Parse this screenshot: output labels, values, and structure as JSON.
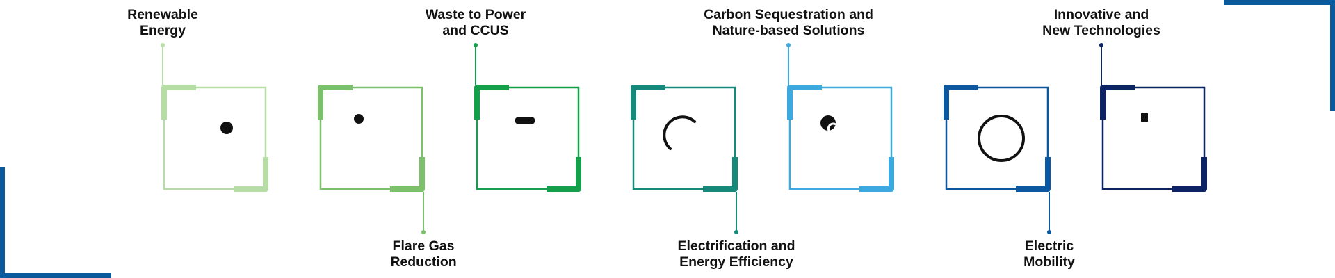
{
  "colors": {
    "corner_accent": "#0a5a9c",
    "tiles": [
      "#b7dda6",
      "#7dc06c",
      "#14a04b",
      "#15897a",
      "#3ca9e0",
      "#0b57a0",
      "#0c2464"
    ],
    "icon": "#111111",
    "label": "#111111"
  },
  "items": [
    {
      "lines": [
        "Renewable",
        "Energy"
      ],
      "position": "top",
      "icon": "solar-panel-icon"
    },
    {
      "lines": [
        "Flare Gas",
        "Reduction"
      ],
      "position": "bottom",
      "icon": "factory-smoke-icon"
    },
    {
      "lines": [
        "Waste to Power",
        "and CCUS"
      ],
      "position": "top",
      "icon": "waste-bin-leaf-icon"
    },
    {
      "lines": [
        "Electrification and",
        "Energy Efficiency"
      ],
      "position": "bottom",
      "icon": "lightning-cycle-icon"
    },
    {
      "lines": [
        "Carbon Sequestration and",
        "Nature-based Solutions"
      ],
      "position": "top",
      "icon": "co2-cloud-chart-icon"
    },
    {
      "lines": [
        "Electric",
        "Mobility"
      ],
      "position": "bottom",
      "icon": "electric-car-icon"
    },
    {
      "lines": [
        "Innovative and",
        "New Technologies"
      ],
      "position": "top",
      "icon": "gear-circuit-icon"
    }
  ]
}
